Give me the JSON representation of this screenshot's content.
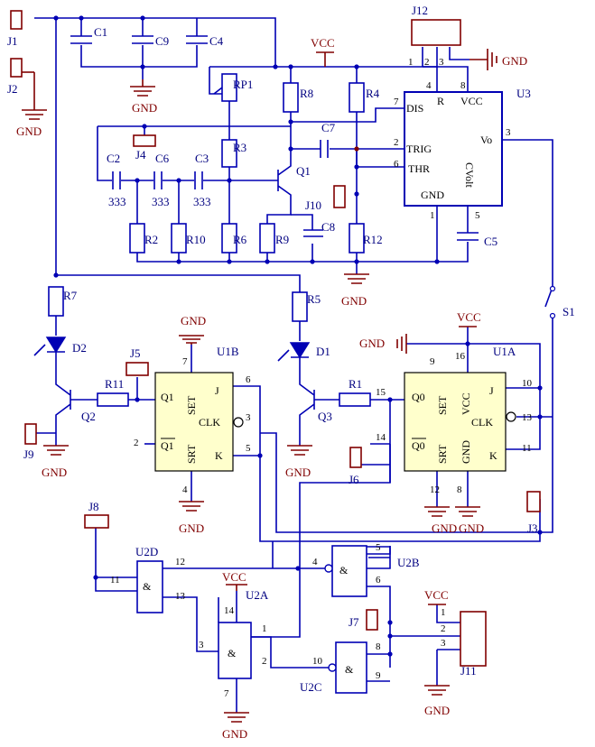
{
  "labels": {
    "j1": "J1",
    "j2": "J2",
    "j3": "J3",
    "j4": "J4",
    "j5": "J5",
    "j6": "J6",
    "j7": "J7",
    "j8": "J8",
    "j9": "J9",
    "j10": "J10",
    "j11": "J11",
    "j12": "J12",
    "c1": "C1",
    "c2": "C2",
    "c3": "C3",
    "c4": "C4",
    "c5": "C5",
    "c6": "C6",
    "c7": "C7",
    "c8": "C8",
    "c9": "C9",
    "r1": "R1",
    "r2": "R2",
    "r3": "R3",
    "r4": "R4",
    "r5": "R5",
    "r6": "R6",
    "r7": "R7",
    "r8": "R8",
    "r9": "R9",
    "r10": "R10",
    "r11": "R11",
    "r12": "R12",
    "rp1": "RP1",
    "q1": "Q1",
    "q2": "Q2",
    "q3": "Q3",
    "d1": "D1",
    "d2": "D2",
    "s1": "S1",
    "u3": "U3",
    "u1a": "U1A",
    "u1b": "U1B",
    "u2a": "U2A",
    "u2b": "U2B",
    "u2c": "U2C",
    "u2d": "U2D",
    "val333": "333"
  },
  "nets": {
    "vcc": "VCC",
    "gnd": "GND"
  },
  "ne555": {
    "dis": "DIS",
    "r": "R",
    "vcc": "VCC",
    "trig": "TRIG",
    "vo": "Vo",
    "thr": "THR",
    "gnd": "GND",
    "cvolt": "CVolt"
  },
  "ff": {
    "q0": "Q0",
    "q0b": "Q0",
    "q1": "Q1",
    "q1b": "Q1",
    "set": "SET",
    "srt": "SRT",
    "j": "J",
    "k": "K",
    "clk": "CLK",
    "vcc": "VCC",
    "gnd": "GND"
  },
  "nand": {
    "amp": "&"
  },
  "pins": {
    "p1": "1",
    "p2": "2",
    "p3": "3",
    "p4": "4",
    "p5": "5",
    "p6": "6",
    "p7": "7",
    "p8": "8",
    "p9": "9",
    "p10": "10",
    "p11": "11",
    "p12": "12",
    "p13": "13",
    "p14": "14",
    "p15": "15",
    "p16": "16"
  },
  "colors": {
    "wire": "#0000b4",
    "power": "#800000",
    "body": "#ffffcc",
    "label": "#000080"
  }
}
